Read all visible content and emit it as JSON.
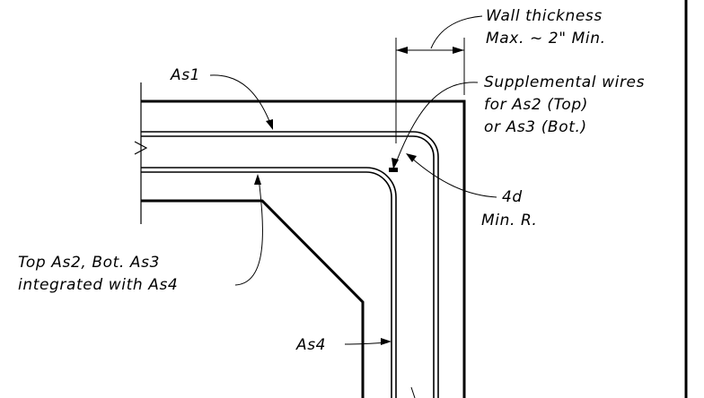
{
  "labels": {
    "wall_thickness_line1": "Wall thickness",
    "wall_thickness_line2": "Max. ~ 2\" Min.",
    "as1": "As1",
    "supplemental_line1": "Supplemental wires",
    "supplemental_line2": "for As2 (Top)",
    "supplemental_line3": "or As3 (Bot.)",
    "radius_line1": "4d",
    "radius_line2": "Min. R.",
    "integrated_line1": "Top As2, Bot. As3",
    "integrated_line2": "integrated with As4",
    "as4": "As4"
  },
  "colors": {
    "line": "#000000",
    "background": "#ffffff"
  }
}
